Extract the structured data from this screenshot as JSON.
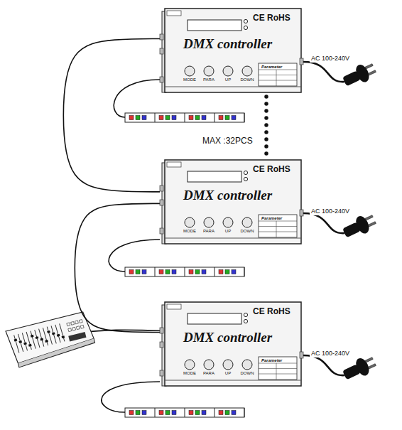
{
  "diagram": {
    "nodes": [
      {
        "text": [
          "CE RoHS",
          "DMX controller",
          "MODE",
          "PARA",
          "UP",
          "DOWN",
          "Parameter"
        ]
      },
      {
        "text": [
          "CE RoHS",
          "DMX controller",
          "MODE",
          "PARA",
          "UP",
          "DOWN",
          "Parameter"
        ]
      },
      {
        "text": [
          "CE RoHS",
          "DMX controller",
          "MODE",
          "PARA",
          "UP",
          "DOWN",
          "Parameter"
        ]
      }
    ],
    "edges": [
      {
        "from": 0,
        "to": 1,
        "arrow": "none"
      },
      {
        "from": 1,
        "to": 2,
        "arrow": "none"
      },
      {
        "from": 0,
        "to": 1,
        "arrow": "none",
        "label": "MAX :32PCS"
      }
    ],
    "labels": [
      "AC 100-240V",
      "AC 100-240V",
      "AC 100-240V"
    ]
  }
}
